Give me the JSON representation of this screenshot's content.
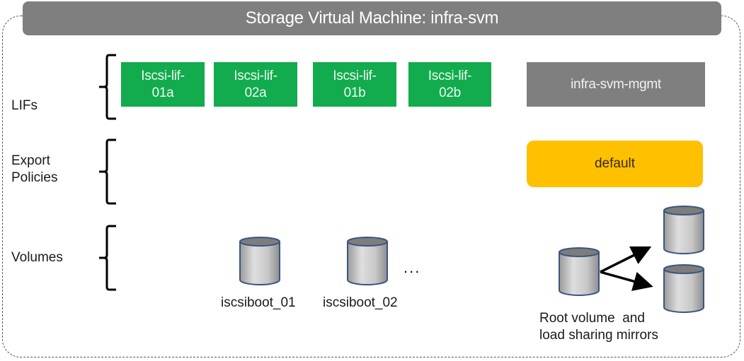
{
  "title": "Storage Virtual Machine: infra-svm",
  "rows": {
    "lifs": "LIFs",
    "export_policies": "Export\nPolicies",
    "volumes": "Volumes"
  },
  "lifs": [
    {
      "line1": "Iscsi-lif-",
      "line2": "01a"
    },
    {
      "line1": "Iscsi-lif-",
      "line2": "02a"
    },
    {
      "line1": "Iscsi-lif-",
      "line2": "01b"
    },
    {
      "line1": "Iscsi-lif-",
      "line2": "02b"
    }
  ],
  "mgmt_lif": "infra-svm-mgmt",
  "export_policy": "default",
  "volumes": [
    {
      "name": "iscsiboot_01"
    },
    {
      "name": "iscsiboot_02"
    }
  ],
  "ellipsis": "...",
  "root_caption": {
    "line1": "Root volume  and",
    "line2": "load sharing mirrors"
  },
  "colors": {
    "lif_green": "#12ab4e",
    "mgmt_gray": "#7f7f7f",
    "policy_yellow": "#ffc000",
    "title_gray": "#7f7f7f",
    "cylinder_outline": "#3b5580"
  }
}
